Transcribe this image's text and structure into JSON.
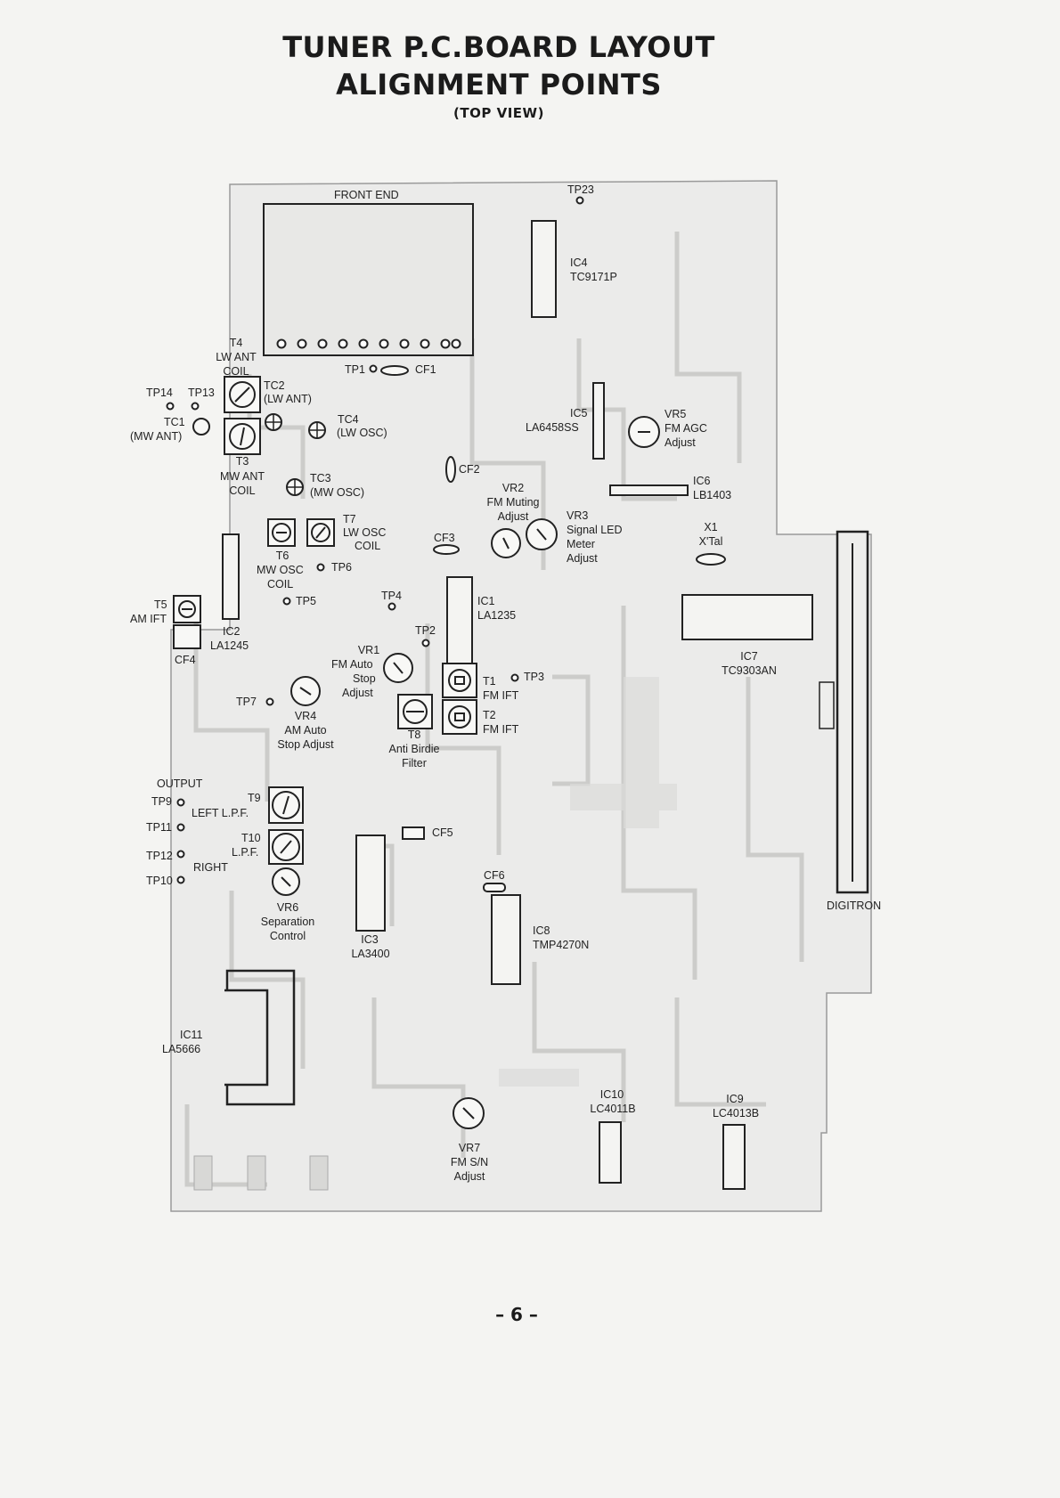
{
  "title": {
    "line1": "TUNER P.C.BOARD LAYOUT",
    "line2": "ALIGNMENT POINTS",
    "view": "(TOP VIEW)"
  },
  "page_number": "– 6 –",
  "labels": {
    "front_end": "FRONT END",
    "tp23": "TP23",
    "ic4": "IC4",
    "ic4_part": "TC9171P",
    "t4": "T4",
    "t4_desc1": "LW ANT",
    "t4_desc2": "COIL",
    "tp1": "TP1",
    "cf1": "CF1",
    "tp14": "TP14",
    "tp13": "TP13",
    "tc2": "TC2",
    "tc2_desc": "(LW ANT)",
    "tc1": "TC1",
    "tc1_desc": "(MW ANT)",
    "tc4": "TC4",
    "tc4_desc": "(LW OSC)",
    "ic5": "IC5",
    "ic5_part": "LA6458SS",
    "vr5": "VR5",
    "vr5_desc1": "FM AGC",
    "vr5_desc2": "Adjust",
    "t3": "T3",
    "t3_desc1": "MW ANT",
    "t3_desc2": "COIL",
    "tc3": "TC3",
    "tc3_desc": "(MW OSC)",
    "cf2": "CF2",
    "ic6": "IC6",
    "ic6_part": "LB1403",
    "vr2": "VR2",
    "vr2_desc1": "FM Muting",
    "vr2_desc2": "Adjust",
    "vr3": "VR3",
    "vr3_desc1": "Signal LED",
    "vr3_desc2": "Meter",
    "vr3_desc3": "Adjust",
    "t7": "T7",
    "t7_desc1": "LW OSC",
    "t7_desc2": "COIL",
    "cf3": "CF3",
    "x1": "X1",
    "x1_desc": "X'Tal",
    "t6": "T6",
    "t6_desc1": "MW OSC",
    "t6_desc2": "COIL",
    "tp6": "TP6",
    "tp5": "TP5",
    "tp4": "TP4",
    "ic1": "IC1",
    "ic1_part": "LA1235",
    "t5": "T5",
    "t5_desc": "AM IFT",
    "ic2": "IC2",
    "ic2_part": "LA1245",
    "tp2": "TP2",
    "cf4": "CF4",
    "vr1": "VR1",
    "vr1_desc1": "FM Auto",
    "vr1_desc2": "Stop",
    "vr1_desc3": "Adjust",
    "ic7": "IC7",
    "ic7_part": "TC9303AN",
    "t1": "T1",
    "t1_desc": "FM IFT",
    "tp3": "TP3",
    "tp7": "TP7",
    "vr4": "VR4",
    "vr4_desc1": "AM Auto",
    "vr4_desc2": "Stop Adjust",
    "t2": "T2",
    "t2_desc": "FM IFT",
    "t8": "T8",
    "t8_desc1": "Anti Birdie",
    "t8_desc2": "Filter",
    "output": "OUTPUT",
    "tp9": "TP9",
    "t9": "T9",
    "left_lpf": "LEFT  L.P.F.",
    "tp11": "TP11",
    "t10": "T10",
    "t10_lpf": "L.P.F.",
    "right": "RIGHT",
    "tp12": "TP12",
    "tp10": "TP10",
    "cf5": "CF5",
    "cf6": "CF6",
    "vr6": "VR6",
    "vr6_desc1": "Separation",
    "vr6_desc2": "Control",
    "ic3": "IC3",
    "ic3_part": "LA3400",
    "ic8": "IC8",
    "ic8_part": "TMP4270N",
    "digitron": "DIGITRON",
    "ic11": "IC11",
    "ic11_part": "LA5666",
    "ic10": "IC10",
    "ic10_part": "LC4011B",
    "ic9": "IC9",
    "ic9_part": "LC4013B",
    "vr7": "VR7",
    "vr7_desc1": "FM S/N",
    "vr7_desc2": "Adjust"
  }
}
